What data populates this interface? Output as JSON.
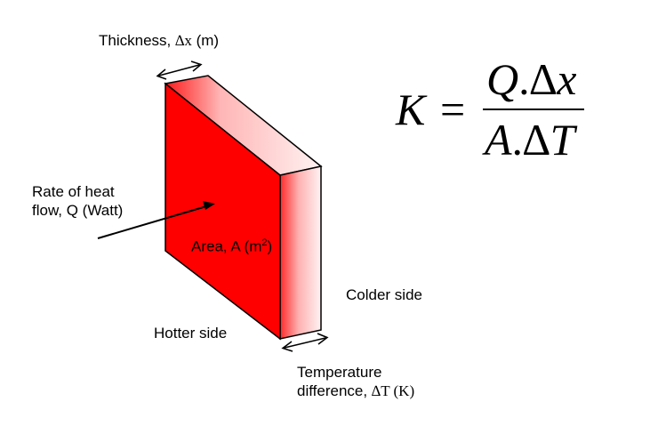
{
  "labels": {
    "thickness_text": "Thickness, ",
    "thickness_symbol": "∆x",
    "thickness_unit": " (m)",
    "rate_line1": "Rate of heat",
    "rate_line2": "flow, Q (Watt)",
    "area_text": "Area, A (m",
    "area_sup": "2",
    "area_close": ")",
    "hotter": "Hotter side",
    "colder": "Colder side",
    "temp_line1": "Temperature",
    "temp_line2_text": "difference, ",
    "temp_line2_symbol": "∆T (K)"
  },
  "formula": {
    "lhs": "K",
    "equals": "=",
    "num_q": "Q",
    "num_dot": ".",
    "num_delta": "∆",
    "num_x": "x",
    "den_a": "A",
    "den_dot": ".",
    "den_delta": "∆",
    "den_t": "T"
  },
  "colors": {
    "slab_front": "#ff0000",
    "slab_side_light": "#fff0f0",
    "outline": "#000000"
  }
}
